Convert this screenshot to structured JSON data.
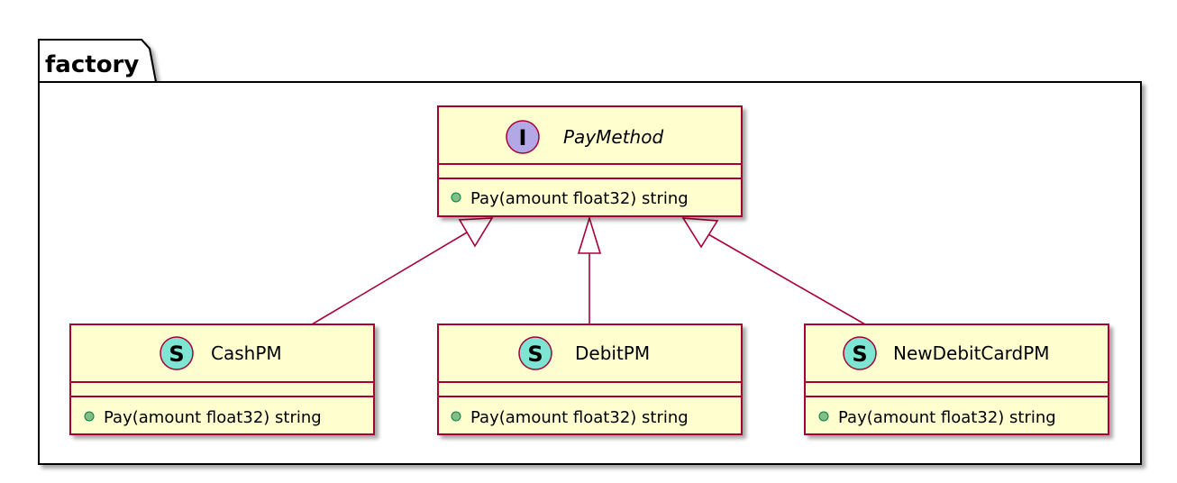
{
  "package": {
    "name": "factory"
  },
  "classes": {
    "paymethod": {
      "name": "PayMethod",
      "stereotype_letter": "I",
      "stereotype_color": "#B4A7E5",
      "member_visibility_color": "#84BE84",
      "members": [
        "Pay(amount float32) string"
      ]
    },
    "cashpm": {
      "name": "CashPM",
      "stereotype_letter": "S",
      "stereotype_color": "#7FE5D3",
      "member_visibility_color": "#84BE84",
      "members": [
        "Pay(amount float32) string"
      ]
    },
    "debitpm": {
      "name": "DebitPM",
      "stereotype_letter": "S",
      "stereotype_color": "#7FE5D3",
      "member_visibility_color": "#84BE84",
      "members": [
        "Pay(amount float32) string"
      ]
    },
    "newdebitcardpm": {
      "name": "NewDebitCardPM",
      "stereotype_letter": "S",
      "stereotype_color": "#7FE5D3",
      "member_visibility_color": "#84BE84",
      "members": [
        "Pay(amount float32) string"
      ]
    }
  },
  "relations": [
    {
      "from": "cashpm",
      "to": "paymethod",
      "type": "realization"
    },
    {
      "from": "debitpm",
      "to": "paymethod",
      "type": "realization"
    },
    {
      "from": "newdebitcardpm",
      "to": "paymethod",
      "type": "realization"
    }
  ],
  "colors": {
    "class_fill": "#FEFECE",
    "class_border": "#A80036",
    "arrow": "#A80036",
    "package_border": "#000000",
    "shadow": "#C8C8C8"
  }
}
